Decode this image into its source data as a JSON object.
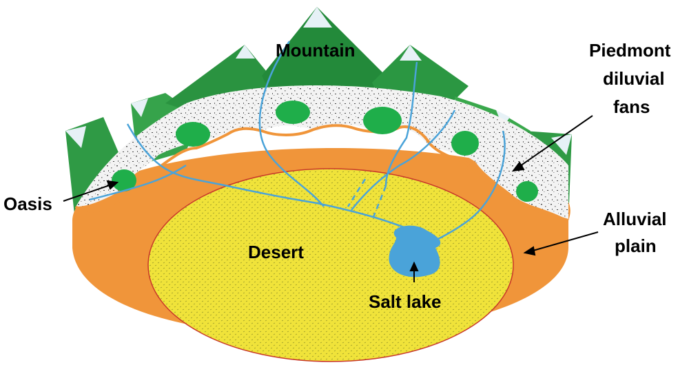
{
  "labels": {
    "mountain": "Mountain",
    "piedmont": [
      "Piedmont",
      "diluvial",
      "fans"
    ],
    "oasis": "Oasis",
    "alluvial": [
      "Alluvial",
      "plain"
    ],
    "desert": "Desert",
    "salt_lake": "Salt lake"
  },
  "colors": {
    "mountain_dark": "#1f8a3a",
    "mountain_light": "#3fb34f",
    "snow": "#dfeef5",
    "fan_gravel": "#f1f1f1",
    "oasis": "#1fae4a",
    "alluvial": "#f29a3f",
    "desert": "#f0e33a",
    "lake": "#4aa3d9",
    "river": "#4aa3d9",
    "boundary": "#c8362a"
  }
}
